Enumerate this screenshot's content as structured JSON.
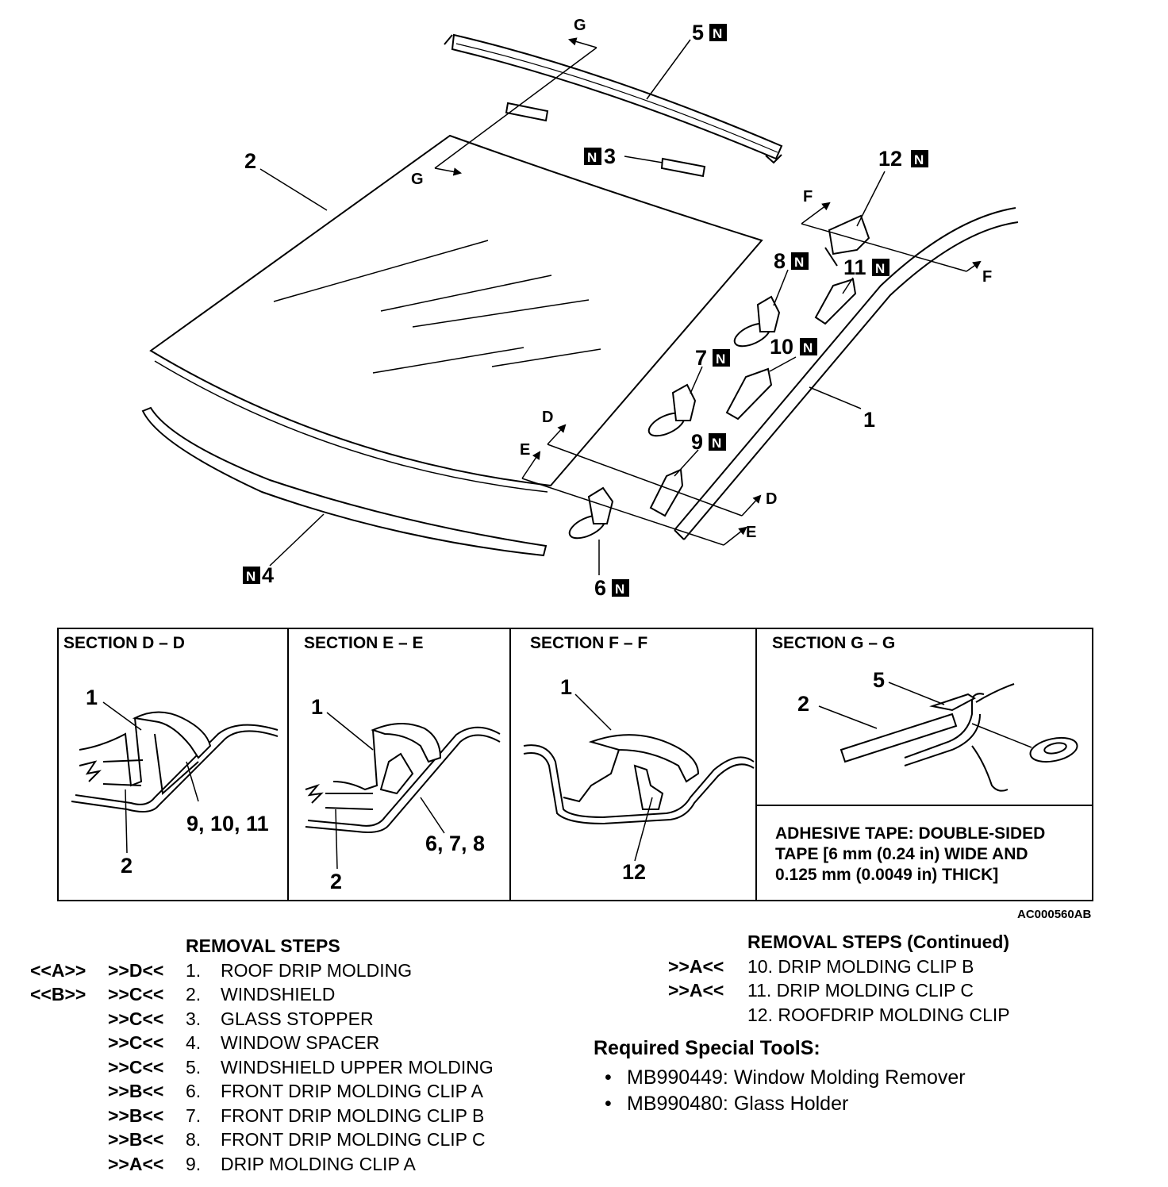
{
  "callouts": {
    "c1": "1",
    "c2": "2",
    "c3": "3",
    "c4": "4",
    "c5": "5",
    "c6": "6",
    "c7": "7",
    "c8": "8",
    "c9": "9",
    "c10": "10",
    "c11": "11",
    "c12": "12",
    "new_part_mark": "N"
  },
  "section_arrows": {
    "d": "D",
    "e": "E",
    "f": "F",
    "g": "G"
  },
  "sections": {
    "dd": {
      "title": "SECTION D – D",
      "l1": "1",
      "l2": "2",
      "l3": "9, 10, 11"
    },
    "ee": {
      "title": "SECTION E – E",
      "l1": "1",
      "l2": "2",
      "l3": "6, 7, 8"
    },
    "ff": {
      "title": "SECTION F – F",
      "l1": "1",
      "l2": "12"
    },
    "gg": {
      "title": "SECTION G – G",
      "l1": "2",
      "l2": "5"
    }
  },
  "adhesive_note": {
    "line1": "ADHESIVE TAPE: DOUBLE-SIDED",
    "line2": "TAPE [6 mm (0.24 in) WIDE AND",
    "line3": "0.125 mm (0.0049 in) THICK]"
  },
  "figure_id": "AC000560AB",
  "removal_steps": {
    "title": "REMOVAL STEPS",
    "continued_title": "REMOVAL STEPS (Continued)",
    "items": [
      {
        "mark1": "<<A>>",
        "mark2": ">>D<<",
        "num": "1.",
        "label": "ROOF DRIP MOLDING"
      },
      {
        "mark1": "<<B>>",
        "mark2": ">>C<<",
        "num": "2.",
        "label": "WINDSHIELD"
      },
      {
        "mark1": "",
        "mark2": ">>C<<",
        "num": "3.",
        "label": "GLASS STOPPER"
      },
      {
        "mark1": "",
        "mark2": ">>C<<",
        "num": "4.",
        "label": "WINDOW SPACER"
      },
      {
        "mark1": "",
        "mark2": ">>C<<",
        "num": "5.",
        "label": "WINDSHIELD UPPER MOLDING"
      },
      {
        "mark1": "",
        "mark2": ">>B<<",
        "num": "6.",
        "label": "FRONT DRIP MOLDING CLIP A"
      },
      {
        "mark1": "",
        "mark2": ">>B<<",
        "num": "7.",
        "label": "FRONT DRIP MOLDING CLIP B"
      },
      {
        "mark1": "",
        "mark2": ">>B<<",
        "num": "8.",
        "label": "FRONT DRIP MOLDING CLIP C"
      },
      {
        "mark1": "",
        "mark2": ">>A<<",
        "num": "9.",
        "label": "DRIP MOLDING CLIP A"
      }
    ],
    "continued_items": [
      {
        "mark": ">>A<<",
        "label": "10. DRIP MOLDING CLIP B"
      },
      {
        "mark": ">>A<<",
        "label": "11. DRIP MOLDING CLIP C"
      },
      {
        "mark": "",
        "label": "12. ROOFDRIP MOLDING CLIP"
      }
    ]
  },
  "special_tools": {
    "title": "Required Special ToolS:",
    "bullet": "•",
    "items": [
      "MB990449: Window Molding Remover",
      "MB990480: Glass Holder"
    ]
  }
}
